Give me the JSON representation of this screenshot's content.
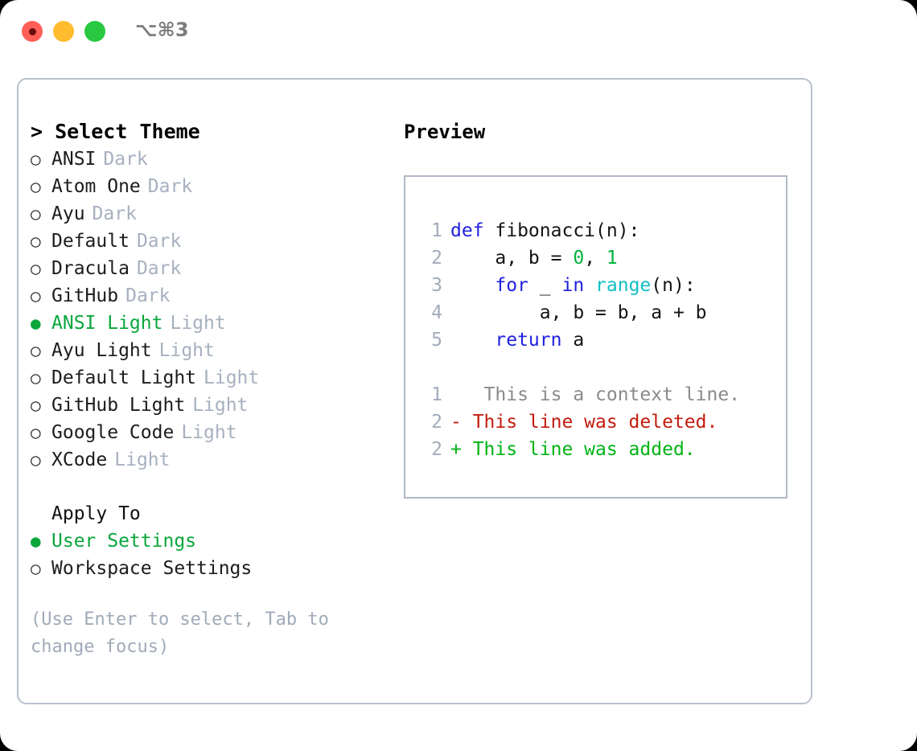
{
  "titlebar": {
    "shortcut": "⌥⌘3",
    "buttons": [
      {
        "name": "close",
        "color": "#ff5f57"
      },
      {
        "name": "minimize",
        "color": "#febc2e"
      },
      {
        "name": "zoom",
        "color": "#28c840"
      }
    ]
  },
  "theme_picker": {
    "header": "> Select Theme",
    "marker_selected": "●",
    "marker_unselected": "○",
    "items": [
      {
        "label": "ANSI",
        "suffix": "Dark",
        "selected": false
      },
      {
        "label": "Atom One",
        "suffix": "Dark",
        "selected": false
      },
      {
        "label": "Ayu",
        "suffix": "Dark",
        "selected": false
      },
      {
        "label": "Default",
        "suffix": "Dark",
        "selected": false
      },
      {
        "label": "Dracula",
        "suffix": "Dark",
        "selected": false
      },
      {
        "label": "GitHub",
        "suffix": "Dark",
        "selected": false
      },
      {
        "label": "ANSI Light",
        "suffix": "Light",
        "selected": true
      },
      {
        "label": "Ayu Light",
        "suffix": "Light",
        "selected": false
      },
      {
        "label": "Default Light",
        "suffix": "Light",
        "selected": false
      },
      {
        "label": "GitHub Light",
        "suffix": "Light",
        "selected": false
      },
      {
        "label": "Google Code",
        "suffix": "Light",
        "selected": false
      },
      {
        "label": "XCode",
        "suffix": "Light",
        "selected": false
      }
    ]
  },
  "apply_to": {
    "header": "Apply To",
    "items": [
      {
        "label": "User Settings",
        "selected": true
      },
      {
        "label": "Workspace Settings",
        "selected": false
      }
    ]
  },
  "hint": "(Use Enter to select, Tab to change focus)",
  "preview": {
    "header": "Preview",
    "code_lines": [
      {
        "num": "1",
        "tokens": [
          {
            "text": "def ",
            "kind": "kw"
          },
          {
            "text": "fibonacci(n):",
            "kind": "txt"
          }
        ]
      },
      {
        "num": "2",
        "tokens": [
          {
            "text": "    a, b = ",
            "kind": "txt"
          },
          {
            "text": "0",
            "kind": "num"
          },
          {
            "text": ", ",
            "kind": "txt"
          },
          {
            "text": "1",
            "kind": "num"
          }
        ]
      },
      {
        "num": "3",
        "tokens": [
          {
            "text": "    ",
            "kind": "txt"
          },
          {
            "text": "for",
            "kind": "kw"
          },
          {
            "text": " _ ",
            "kind": "txt"
          },
          {
            "text": "in",
            "kind": "kw"
          },
          {
            "text": " ",
            "kind": "txt"
          },
          {
            "text": "range",
            "kind": "fn"
          },
          {
            "text": "(n):",
            "kind": "txt"
          }
        ]
      },
      {
        "num": "4",
        "tokens": [
          {
            "text": "        a, b = b, a + b",
            "kind": "txt"
          }
        ]
      },
      {
        "num": "5",
        "tokens": [
          {
            "text": "    ",
            "kind": "txt"
          },
          {
            "text": "return",
            "kind": "kw"
          },
          {
            "text": " a",
            "kind": "txt"
          }
        ]
      }
    ],
    "diff_lines": [
      {
        "num": "1",
        "marker": " ",
        "text": "  This is a context line.",
        "kind": "ctx"
      },
      {
        "num": "2",
        "marker": "-",
        "text": " This line was deleted.",
        "kind": "del"
      },
      {
        "num": "2",
        "marker": "+",
        "text": " This line was added.",
        "kind": "add"
      }
    ]
  },
  "colors": {
    "accent_green": "#0aa63c",
    "muted": "#a7b0c0",
    "keyword_blue": "#1f1fe0",
    "function_cyan": "#0fbfc4",
    "number_green": "#00b33c",
    "diff_delete_red": "#c41b0e",
    "diff_add_green": "#00b314",
    "panel_border": "#b9c0cc"
  }
}
